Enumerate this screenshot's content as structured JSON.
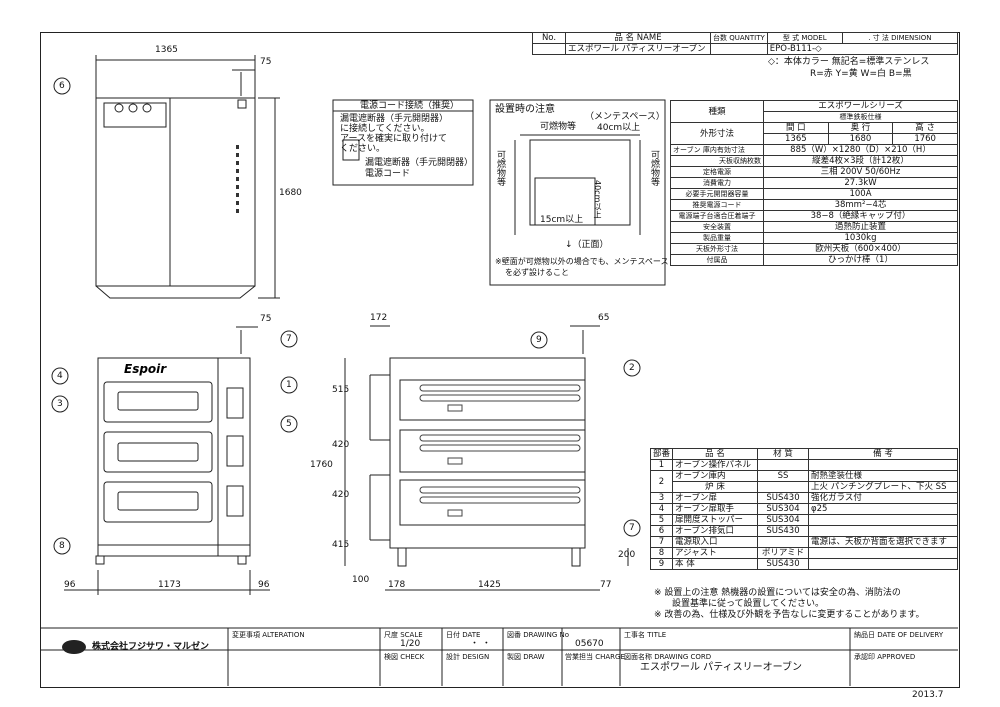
{
  "header": {
    "no_label": "No.",
    "name_label": "品 名 NAME",
    "qty_label": "台数 QUANTITY",
    "model_label": "型 式 MODEL",
    "dim_label": ". 寸 法 DIMENSION",
    "product_name": "エスポワール パティスリーオーブン",
    "model": "EPO-B111-◇",
    "color_note_1": "◇：本体カラー 無記名=標準ステンレス",
    "color_note_2": "R=赤 Y=黄 W=白 B=黒"
  },
  "power_cord": {
    "title": "電源コード接続（推奨）",
    "text1": "漏電遮断器（手元開閉器）",
    "text2": "に接続してください。",
    "text3": "アースを確実に取り付けて",
    "text4": "ください。",
    "label1": "漏電遮断器（手元開閉器）",
    "label2": "電源コード"
  },
  "installation": {
    "title": "設置時の注意",
    "maint": "（メンテスペース）",
    "combustible_top": "可燃物等",
    "combustible_left": "可燃物等",
    "combustible_right": "可燃物等",
    "dim_40": "40cm以上",
    "dim_40v": "40cm以上",
    "dim_15": "15cm以上",
    "front": "↓（正面）",
    "note1": "※壁面が可燃物以外の場合でも、メンテスペース",
    "note2": "を必ず設けること"
  },
  "spec": {
    "series_label": "種類",
    "series": "エスポワールシリーズ",
    "series_sub": "標準鉄板仕様",
    "outer_label": "外形寸法",
    "cols": [
      "間 口",
      "奥 行",
      "高 さ"
    ],
    "outer_vals": [
      "1365",
      "1680",
      "1760"
    ],
    "oven_label": "オーブン",
    "inner_label": "庫内有効寸法",
    "inner_val": "885（W）×1280（D）×210（H）",
    "trays_label": "天板収納枚数",
    "trays_val": "縦差4枚×3段（計12枚）",
    "rows": [
      {
        "label": "定格電源",
        "value": "三相 200V 50/60Hz"
      },
      {
        "label": "消費電力",
        "value": "27.3kW"
      },
      {
        "label": "必要手元開閉器容量",
        "value": "100A"
      },
      {
        "label": "推奨電源コード",
        "value": "38mm²−4芯"
      },
      {
        "label": "電源端子台適合圧着端子",
        "value": "38−8（絶縁キャップ付）"
      },
      {
        "label": "安全装置",
        "value": "過熱防止装置"
      },
      {
        "label": "製品重量",
        "value": "1030kg"
      },
      {
        "label": "天板外形寸法",
        "value": "欧州天板（600×400）"
      },
      {
        "label": "付属品",
        "value": "ひっかけ棒（1）"
      }
    ]
  },
  "parts": {
    "headers": [
      "部番",
      "品 名",
      "材 質",
      "備 考"
    ],
    "rows": [
      {
        "no": "1",
        "name": "オーブン操作パネル",
        "mat": "",
        "note": ""
      },
      {
        "no": "2",
        "name": "オーブン庫内",
        "mat": "SS",
        "note": "耐熱塗装仕様"
      },
      {
        "no": "",
        "name": "炉 床",
        "mat": "",
        "note": "上火 パンチングプレート、下火 SS"
      },
      {
        "no": "3",
        "name": "オーブン扉",
        "mat": "SUS430",
        "note": "強化ガラス付"
      },
      {
        "no": "4",
        "name": "オーブン扉取手",
        "mat": "SUS304",
        "note": "φ25"
      },
      {
        "no": "5",
        "name": "扉開度ストッパー",
        "mat": "SUS304",
        "note": ""
      },
      {
        "no": "6",
        "name": "オーブン排気口",
        "mat": "SUS430",
        "note": ""
      },
      {
        "no": "7",
        "name": "電源取入口",
        "mat": "",
        "note": "電源は、天板か背面を選択できます"
      },
      {
        "no": "8",
        "name": "アジャスト",
        "mat": "ポリアミド",
        "note": ""
      },
      {
        "no": "9",
        "name": "本 体",
        "mat": "SUS430",
        "note": ""
      }
    ],
    "note1": "※ 設置上の注意 熱機器の設置については安全の為、消防法の",
    "note1b": "設置基準に従って設置してください。",
    "note2": "※ 改善の為、仕様及び外観を予告なしに変更することがあります。"
  },
  "dims": {
    "top_w": "1365",
    "top_75": "75",
    "top_h": "1680",
    "front_75": "75",
    "front_96l": "96",
    "front_1173": "1173",
    "front_96r": "96",
    "side_172": "172",
    "side_65": "65",
    "side_515": "515",
    "side_420a": "420",
    "side_420b": "420",
    "side_415": "415",
    "side_1760": "1760",
    "side_100": "100",
    "side_178": "178",
    "side_1425": "1425",
    "side_77": "77",
    "side_200": "200"
  },
  "callouts": [
    "1",
    "2",
    "3",
    "4",
    "5",
    "6",
    "7",
    "7",
    "8",
    "9"
  ],
  "brand": "Espoir",
  "title_block": {
    "company": "株式会社フジサワ・マルゼン",
    "alteration": "変更事項 ALTERATION",
    "scale_label": "尺度 SCALE",
    "scale": "1/20",
    "date_label": "日付 DATE",
    "date": "・ ・",
    "drawing_no_label": "図番 DRAWING No",
    "drawing_no": "05670",
    "title_label": "工事名 TITLE",
    "delivery_label": "納品日 DATE OF DELIVERY",
    "check_label": "検図 CHECK",
    "design_label": "設計 DESIGN",
    "draw_label": "製図 DRAW",
    "charge_label": "営業担当 CHARGE",
    "cord_label": "図面名称 DRAWING CORD",
    "cord": "エスポワール パティスリーオーブン",
    "approved_label": "承認印 APPROVED",
    "year": "2013.7"
  }
}
